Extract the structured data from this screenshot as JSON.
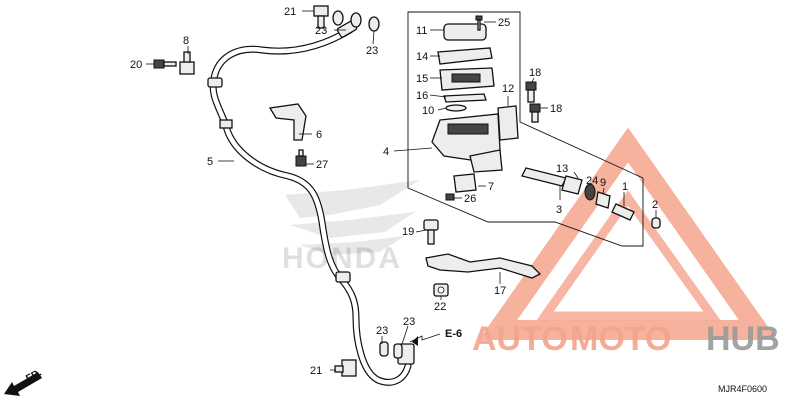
{
  "labels": {
    "p1": "1",
    "p2": "2",
    "p3": "3",
    "p4": "4",
    "p5": "5",
    "p6": "6",
    "p7": "7",
    "p8": "8",
    "p9": "9",
    "p10": "10",
    "p11": "11",
    "p12": "12",
    "p13": "13",
    "p14": "14",
    "p15": "15",
    "p16": "16",
    "p17": "17",
    "p18a": "18",
    "p18b": "18",
    "p19": "19",
    "p20": "20",
    "p21a": "21",
    "p21b": "21",
    "p22": "22",
    "p23a": "23",
    "p23b": "23",
    "p23c": "23",
    "p23d": "23",
    "p24": "24",
    "p25": "25",
    "p26": "26",
    "p27": "27"
  },
  "ref_e6": "E-6",
  "direction": "FR.",
  "diagram_code": "MJR4F0600",
  "background_brand": "HONDA",
  "watermark": {
    "part1": "AUTO",
    "part2": "MOTO",
    "part3": "HUB",
    "color_primary": "#f5a48c",
    "color_dark": "#9a9a9a"
  }
}
